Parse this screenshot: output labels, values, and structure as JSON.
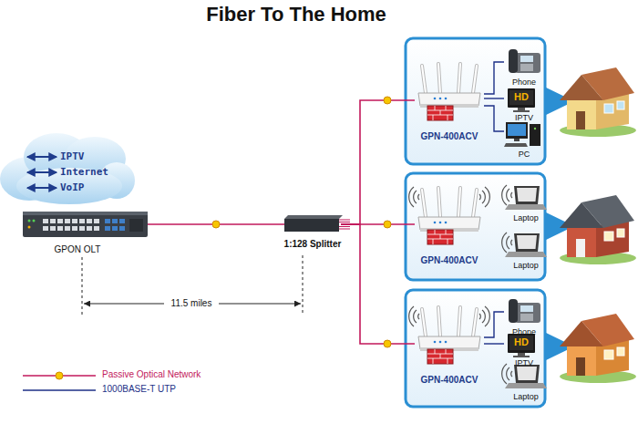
{
  "diagram": {
    "title": "Fiber To The Home",
    "nodes": [
      {
        "text": [
          "IPTV",
          "Internet",
          "VoIP"
        ]
      },
      {
        "text": [
          "GPON OLT"
        ]
      },
      {
        "text": [
          "1:128 Splitter"
        ]
      },
      {
        "text": [
          "GPN-400ACV"
        ]
      },
      {
        "text": [
          "Phone"
        ]
      },
      {
        "text": [
          "HD",
          "IPTV"
        ]
      },
      {
        "text": [
          "PC"
        ]
      },
      {
        "text": [
          "GPN-400ACV"
        ]
      },
      {
        "text": [
          "Laptop"
        ]
      },
      {
        "text": [
          "Laptop"
        ]
      },
      {
        "text": [
          "GPN-400ACV"
        ]
      },
      {
        "text": [
          "Phone"
        ]
      },
      {
        "text": [
          "HD",
          "IPTV"
        ]
      },
      {
        "text": [
          "Laptop"
        ]
      }
    ],
    "edges": [
      {
        "from": 1,
        "to": 2,
        "arrow": "none"
      },
      {
        "from": 2,
        "to": 3,
        "arrow": "none"
      },
      {
        "from": 2,
        "to": 7,
        "arrow": "none"
      },
      {
        "from": 2,
        "to": 10,
        "arrow": "none"
      },
      {
        "from": 3,
        "to": 4,
        "arrow": "none"
      },
      {
        "from": 3,
        "to": 5,
        "arrow": "none"
      },
      {
        "from": 3,
        "to": 6,
        "arrow": "none"
      },
      {
        "from": 10,
        "to": 11,
        "arrow": "none"
      },
      {
        "from": 10,
        "to": 12,
        "arrow": "none"
      }
    ],
    "labels": [
      "11.5 miles"
    ],
    "legend": [
      {
        "text": "Passive Optical Network"
      },
      {
        "text": "1000BASE-T UTP"
      }
    ]
  }
}
